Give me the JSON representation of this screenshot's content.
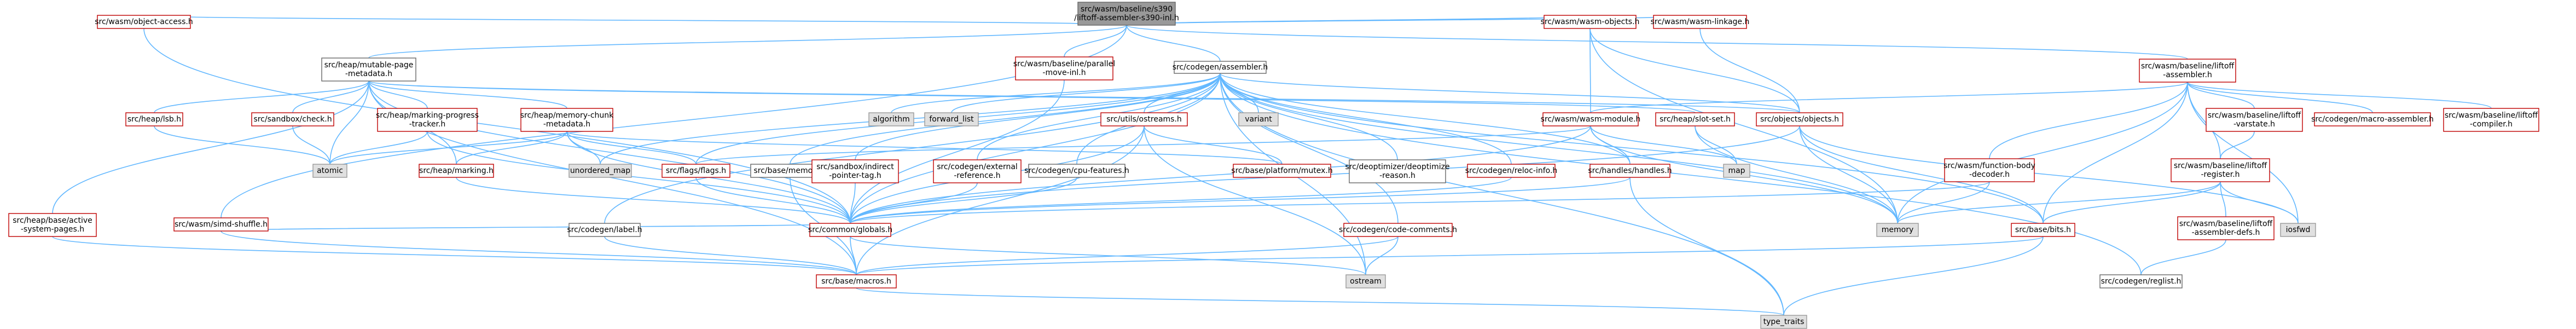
{
  "colors": {
    "edge": "#63b8ff",
    "documented_border": "#bf0000",
    "system_border": "#999999",
    "system_fill": "#e0e0e0",
    "plain_border": "#666666",
    "root_fill": "#999999"
  },
  "nodes": [
    {
      "id": "root",
      "kind": "root",
      "lines": [
        "src/wasm/baseline/s390",
        "/liftoff-assembler-s390-inl.h"
      ]
    },
    {
      "id": "object_access",
      "kind": "red",
      "lines": [
        "src/wasm/object-access.h"
      ]
    },
    {
      "id": "mutable_page",
      "kind": "black",
      "lines": [
        "src/heap/mutable-page",
        "-metadata.h"
      ]
    },
    {
      "id": "parallel_move",
      "kind": "red",
      "lines": [
        "src/wasm/baseline/parallel",
        "-move-inl.h"
      ]
    },
    {
      "id": "codegen_assembler",
      "kind": "black",
      "lines": [
        "src/codegen/assembler.h"
      ]
    },
    {
      "id": "wasm_objects",
      "kind": "red",
      "lines": [
        "src/wasm/wasm-objects.h"
      ]
    },
    {
      "id": "wasm_linkage",
      "kind": "red",
      "lines": [
        "src/wasm/wasm-linkage.h"
      ]
    },
    {
      "id": "liftoff_assembler",
      "kind": "red",
      "lines": [
        "src/wasm/baseline/liftoff",
        "-assembler.h"
      ]
    },
    {
      "id": "heap_lsb",
      "kind": "red",
      "lines": [
        "src/heap/lsb.h"
      ]
    },
    {
      "id": "sandbox_check",
      "kind": "red",
      "lines": [
        "src/sandbox/check.h"
      ]
    },
    {
      "id": "marking_progress",
      "kind": "red",
      "lines": [
        "src/heap/marking-progress",
        "-tracker.h"
      ]
    },
    {
      "id": "memory_chunk",
      "kind": "red",
      "lines": [
        "src/heap/memory-chunk",
        "-metadata.h"
      ]
    },
    {
      "id": "algorithm",
      "kind": "grey",
      "lines": [
        "algorithm"
      ]
    },
    {
      "id": "forward_list",
      "kind": "grey",
      "lines": [
        "forward_list"
      ]
    },
    {
      "id": "utils_ostreams",
      "kind": "red",
      "lines": [
        "src/utils/ostreams.h"
      ]
    },
    {
      "id": "variant",
      "kind": "grey",
      "lines": [
        "variant"
      ]
    },
    {
      "id": "wasm_module",
      "kind": "red",
      "lines": [
        "src/wasm/wasm-module.h"
      ]
    },
    {
      "id": "slot_set",
      "kind": "red",
      "lines": [
        "src/heap/slot-set.h"
      ]
    },
    {
      "id": "objects_objects",
      "kind": "red",
      "lines": [
        "src/objects/objects.h"
      ]
    },
    {
      "id": "liftoff_varstate",
      "kind": "red",
      "lines": [
        "src/wasm/baseline/liftoff",
        "-varstate.h"
      ]
    },
    {
      "id": "macro_assembler",
      "kind": "red",
      "lines": [
        "src/codegen/macro-assembler.h"
      ]
    },
    {
      "id": "liftoff_compiler",
      "kind": "red",
      "lines": [
        "src/wasm/baseline/liftoff",
        "-compiler.h"
      ]
    },
    {
      "id": "atomic",
      "kind": "grey",
      "lines": [
        "atomic"
      ]
    },
    {
      "id": "heap_marking",
      "kind": "red",
      "lines": [
        "src/heap/marking.h"
      ]
    },
    {
      "id": "unordered_map",
      "kind": "grey",
      "lines": [
        "unordered_map"
      ]
    },
    {
      "id": "flags_flags",
      "kind": "red",
      "lines": [
        "src/flags/flags.h"
      ]
    },
    {
      "id": "base_memory",
      "kind": "black",
      "lines": [
        "src/base/memory.h"
      ]
    },
    {
      "id": "sandbox_indirect",
      "kind": "red",
      "lines": [
        "src/sandbox/indirect",
        "-pointer-tag.h"
      ]
    },
    {
      "id": "external_reference",
      "kind": "red",
      "lines": [
        "src/codegen/external",
        "-reference.h"
      ]
    },
    {
      "id": "cpu_features",
      "kind": "black",
      "lines": [
        "src/codegen/cpu-features.h"
      ]
    },
    {
      "id": "platform_mutex",
      "kind": "red",
      "lines": [
        "src/base/platform/mutex.h"
      ]
    },
    {
      "id": "deoptimize_reason",
      "kind": "black",
      "lines": [
        "src/deoptimizer/deoptimize",
        "-reason.h"
      ]
    },
    {
      "id": "reloc_info",
      "kind": "red",
      "lines": [
        "src/codegen/reloc-info.h"
      ]
    },
    {
      "id": "handles",
      "kind": "red",
      "lines": [
        "src/handles/handles.h"
      ]
    },
    {
      "id": "map",
      "kind": "grey",
      "lines": [
        "map"
      ]
    },
    {
      "id": "function_body_decoder",
      "kind": "red",
      "lines": [
        "src/wasm/function-body",
        "-decoder.h"
      ]
    },
    {
      "id": "liftoff_register",
      "kind": "red",
      "lines": [
        "src/wasm/baseline/liftoff",
        "-register.h"
      ]
    },
    {
      "id": "heap_base_active",
      "kind": "red",
      "lines": [
        "src/heap/base/active",
        "-system-pages.h"
      ]
    },
    {
      "id": "simd_shuffle",
      "kind": "red",
      "lines": [
        "src/wasm/simd-shuffle.h"
      ]
    },
    {
      "id": "codegen_label",
      "kind": "black",
      "lines": [
        "src/codegen/label.h"
      ]
    },
    {
      "id": "common_globals",
      "kind": "red",
      "lines": [
        "src/common/globals.h"
      ]
    },
    {
      "id": "code_comments",
      "kind": "red",
      "lines": [
        "src/codegen/code-comments.h"
      ]
    },
    {
      "id": "memory",
      "kind": "grey",
      "lines": [
        "memory"
      ]
    },
    {
      "id": "base_bits",
      "kind": "red",
      "lines": [
        "src/base/bits.h"
      ]
    },
    {
      "id": "iosfwd",
      "kind": "grey",
      "lines": [
        "iosfwd"
      ]
    },
    {
      "id": "liftoff_assembler_defs",
      "kind": "red",
      "lines": [
        "src/wasm/baseline/liftoff",
        "-assembler-defs.h"
      ]
    },
    {
      "id": "base_macros",
      "kind": "red",
      "lines": [
        "src/base/macros.h"
      ]
    },
    {
      "id": "ostream",
      "kind": "grey",
      "lines": [
        "ostream"
      ]
    },
    {
      "id": "codegen_reglist",
      "kind": "black",
      "lines": [
        "src/codegen/reglist.h"
      ]
    },
    {
      "id": "type_traits",
      "kind": "grey",
      "lines": [
        "type_traits"
      ]
    }
  ]
}
